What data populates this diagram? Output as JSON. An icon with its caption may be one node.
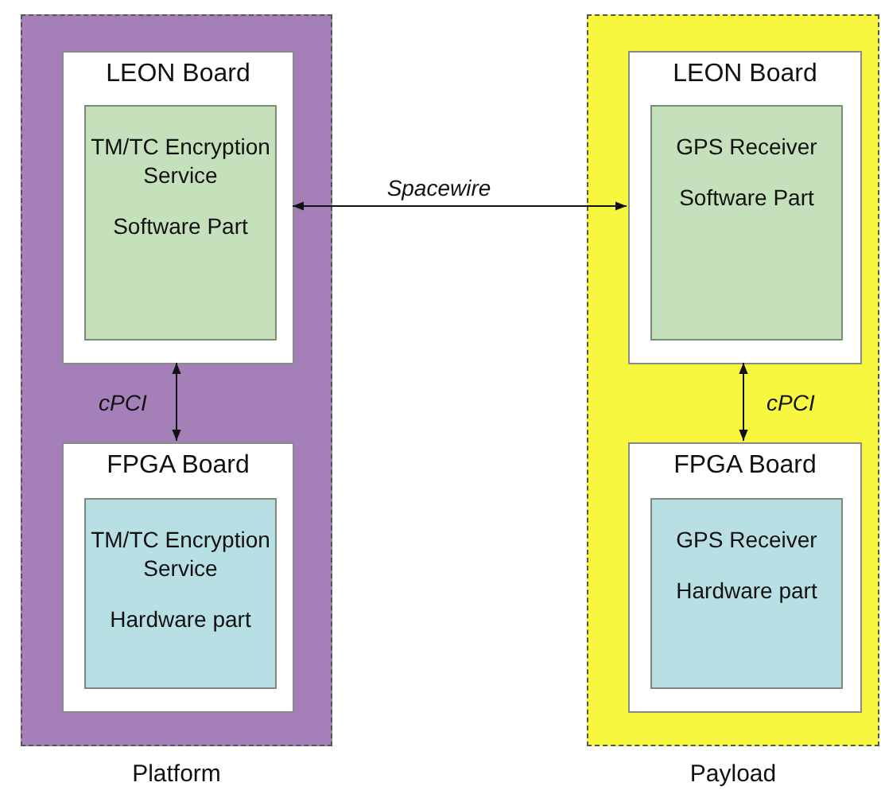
{
  "diagram": {
    "nodes": [
      {
        "text": [
          "Platform"
        ]
      },
      {
        "text": [
          "LEON Board"
        ],
        "in": 0
      },
      {
        "text": [
          "TM/TC Encryption Service",
          "Software Part"
        ],
        "in": 1
      },
      {
        "text": [
          "FPGA Board"
        ],
        "in": 0
      },
      {
        "text": [
          "TM/TC Encryption Service",
          "Hardware part"
        ],
        "in": 3
      },
      {
        "text": [
          "Payload"
        ]
      },
      {
        "text": [
          "LEON Board"
        ],
        "in": 5
      },
      {
        "text": [
          "GPS Receiver",
          "Software Part"
        ],
        "in": 6
      },
      {
        "text": [
          "FPGA Board"
        ],
        "in": 5
      },
      {
        "text": [
          "GPS Receiver",
          "Hardware part"
        ],
        "in": 8
      }
    ],
    "edges": [
      {
        "from": 1,
        "to": 6,
        "arrow": "both",
        "label": "Spacewire"
      },
      {
        "from": 1,
        "to": 3,
        "arrow": "both",
        "label": "cPCI"
      },
      {
        "from": 6,
        "to": 8,
        "arrow": "both",
        "label": "cPCI"
      }
    ]
  }
}
